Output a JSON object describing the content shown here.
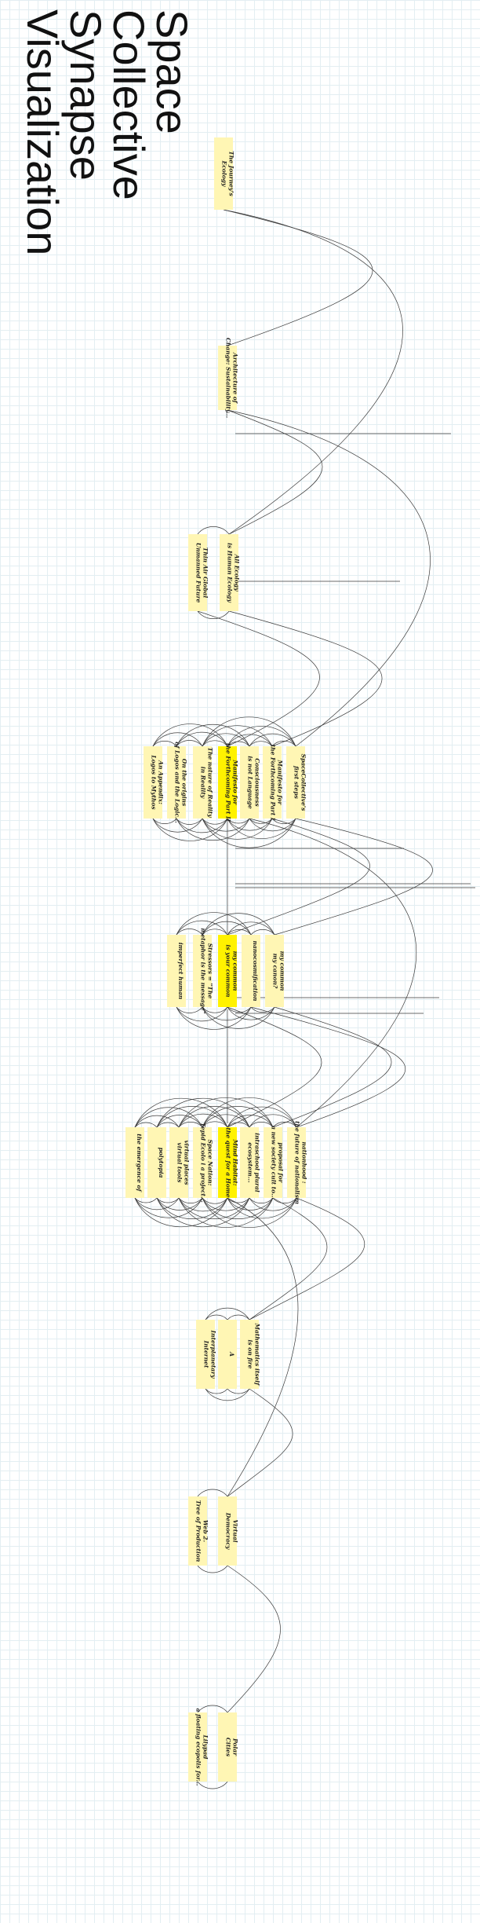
{
  "title": [
    "Space",
    "Collective",
    "Synapse",
    "Visualization"
  ],
  "colors": {
    "node": "#fff6b4",
    "node_highlight": "#fff200",
    "edge": "#3a3a3a"
  },
  "clusters": [
    {
      "id": "journey",
      "nodes": [
        {
          "id": "journey",
          "lines": [
            "The Journey's",
            "Ecology"
          ],
          "highlight": false
        }
      ]
    },
    {
      "id": "arch",
      "nodes": [
        {
          "id": "arch",
          "lines": [
            "Architecture of",
            "Change: Sustainability..."
          ],
          "highlight": false
        }
      ]
    },
    {
      "id": "eco",
      "nodes": [
        {
          "id": "eco1",
          "lines": [
            "All Ecology",
            "is Human Ecology"
          ],
          "highlight": false
        },
        {
          "id": "eco2",
          "lines": [
            "Thin Air Global",
            "Unmanned Future"
          ],
          "highlight": false
        }
      ]
    },
    {
      "id": "meta",
      "nodes": [
        {
          "id": "m1",
          "lines": [
            "SpaceCollective's",
            "first steps"
          ],
          "highlight": false
        },
        {
          "id": "m2",
          "lines": [
            "Manifesto for",
            "the Forthcoming Part I"
          ],
          "highlight": false
        },
        {
          "id": "m3",
          "lines": [
            "Consciousness",
            "is not Language"
          ],
          "highlight": false
        },
        {
          "id": "m4",
          "lines": [
            "Manifesto for",
            "the Forthcoming Part II"
          ],
          "highlight": true
        },
        {
          "id": "m5",
          "lines": [
            "The nature of Reality",
            "in Reality"
          ],
          "highlight": false
        },
        {
          "id": "m6",
          "lines": [
            "On the origins",
            "of Logos and the Logic..."
          ],
          "highlight": false
        },
        {
          "id": "m7",
          "lines": [
            "An Appendix:",
            "Logos to Mythos"
          ],
          "highlight": false
        }
      ]
    },
    {
      "id": "memes",
      "nodes": [
        {
          "id": "me1",
          "lines": [
            "my common",
            "my canon?"
          ],
          "highlight": false
        },
        {
          "id": "me2",
          "lines": [
            "nanocosmification"
          ],
          "highlight": false
        },
        {
          "id": "me3",
          "lines": [
            "my common",
            "is your common"
          ],
          "highlight": true
        },
        {
          "id": "me4",
          "lines": [
            "Stressors = \"The",
            "metaphor is the message\""
          ],
          "highlight": false
        },
        {
          "id": "me5",
          "lines": [
            "imperfect human"
          ],
          "highlight": false
        }
      ]
    },
    {
      "id": "society",
      "nodes": [
        {
          "id": "s1",
          "lines": [
            "nationhood :",
            "the future of nationalism"
          ],
          "highlight": false
        },
        {
          "id": "s2",
          "lines": [
            "proposal for",
            "a new society cult to..."
          ],
          "highlight": false
        },
        {
          "id": "s3",
          "lines": [
            "intraschool plural",
            "ecosystem..."
          ],
          "highlight": false
        },
        {
          "id": "s4",
          "lines": [
            "Mind Habitat:",
            "the quest for a Home"
          ],
          "highlight": true
        },
        {
          "id": "s5",
          "lines": [
            "Space Nation:",
            "Tepid Ecolo i a project..."
          ],
          "highlight": false
        },
        {
          "id": "s6",
          "lines": [
            "virtual places",
            "virtual tools"
          ],
          "highlight": false
        },
        {
          "id": "s7",
          "lines": [
            "polytopia"
          ],
          "highlight": false
        },
        {
          "id": "s8",
          "lines": [
            "the emergence of"
          ],
          "highlight": false
        }
      ]
    },
    {
      "id": "inter",
      "nodes": [
        {
          "id": "i1",
          "lines": [
            "Mathematics itself",
            "is on fire"
          ],
          "highlight": false
        },
        {
          "id": "i2",
          "lines": [
            "A"
          ],
          "highlight": false
        },
        {
          "id": "i3",
          "lines": [
            "Interplanetary",
            "Internet"
          ],
          "highlight": false
        }
      ]
    },
    {
      "id": "virtual",
      "nodes": [
        {
          "id": "v1",
          "lines": [
            "Virtual",
            "Democracy"
          ],
          "highlight": false
        },
        {
          "id": "v2",
          "lines": [
            "Web 2.",
            "Tree of Production"
          ],
          "highlight": false
        }
      ]
    },
    {
      "id": "polar",
      "nodes": [
        {
          "id": "p1",
          "lines": [
            "Polar",
            "Cities"
          ],
          "highlight": false
        },
        {
          "id": "p2",
          "lines": [
            "Lilypad",
            "a floating ecopolis for..."
          ],
          "highlight": false
        }
      ]
    }
  ]
}
